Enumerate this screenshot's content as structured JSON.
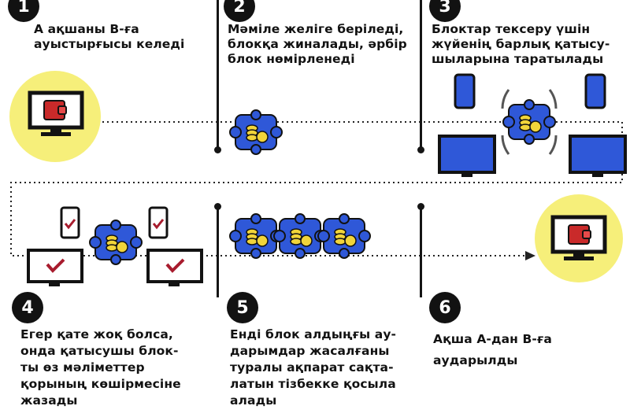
{
  "steps": [
    {
      "number": "1",
      "text": "А ақшаны В-ға\nауыстырғысы келеді"
    },
    {
      "number": "2",
      "text": "Мәміле желіге беріледі,\nблокқа жиналады, әрбір\nблок нөмірленеді"
    },
    {
      "number": "3",
      "text": "Блоктар тексеру үшін\nжүйенің барлық қатысу-\nшыларына таратылады"
    },
    {
      "number": "4",
      "text": "Егер қате жоқ болса,\nонда қатысушы блок-\nты өз мәліметтер\nқорының көшірмесіне\nжазады"
    },
    {
      "number": "5",
      "text": "Енді блок алдыңғы ау-\nдарымдар жасалғаны\nтуралы ақпарат сақта-\nлатын тізбекке қосыла\nалады"
    },
    {
      "number": "6",
      "text": "Ақша А-дан В-ға\nаударылды"
    }
  ],
  "colors": {
    "highlight_yellow": "#f6ef7a",
    "block_blue": "#2f58d8",
    "coin_gold": "#f1d43a",
    "wallet_red": "#c92a2a",
    "check_red": "#a81c2e",
    "outline": "#121212"
  },
  "icons": [
    "monitor-icon",
    "wallet-icon",
    "block-icon",
    "coin-stack-icon",
    "phone-icon",
    "checkmark-icon",
    "broadcast-icon",
    "arrow-icon"
  ]
}
